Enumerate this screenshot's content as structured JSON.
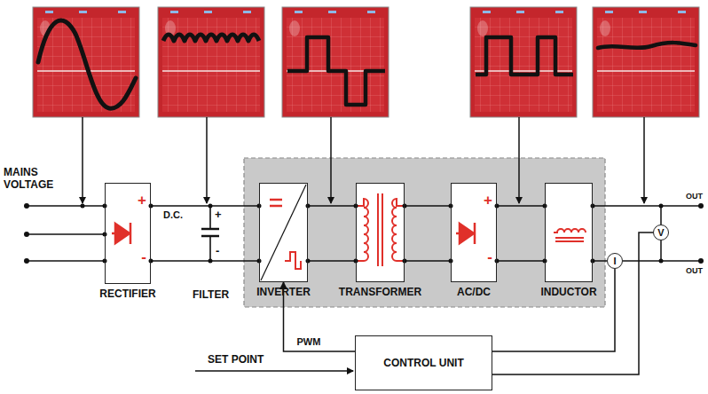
{
  "diagram": {
    "nodes": [
      {
        "text": [
          "RECTIFIER",
          "+",
          "-"
        ]
      },
      {
        "text": [
          "INVERTER"
        ]
      },
      {
        "text": [
          "TRANSFORMER"
        ]
      },
      {
        "text": [
          "AC/DC",
          "+",
          "-"
        ]
      },
      {
        "text": [
          "INDUCTOR"
        ]
      },
      {
        "text": [
          "V"
        ]
      },
      {
        "text": [
          "I"
        ]
      },
      {
        "text": [
          "CONTROL UNIT"
        ]
      }
    ],
    "edges": [
      {
        "from": 0,
        "to": 1,
        "arrow": "none"
      },
      {
        "from": 1,
        "to": 2,
        "arrow": "none"
      },
      {
        "from": 2,
        "to": 3,
        "arrow": "none"
      },
      {
        "from": 3,
        "to": 4,
        "arrow": "none"
      },
      {
        "from": 4,
        "to": 6,
        "arrow": "none"
      },
      {
        "from": 4,
        "to": 5,
        "arrow": "none"
      },
      {
        "from": 7,
        "to": 1,
        "label": "PWM",
        "arrow": "to"
      },
      {
        "from": 6,
        "to": 7,
        "arrow": "none"
      },
      {
        "from": 5,
        "to": 7,
        "arrow": "none"
      }
    ],
    "labels": [
      "MAINS VOLTAGE",
      "D.C.",
      "+",
      "-",
      "FILTER",
      "SET POINT",
      "OUT",
      "OUT"
    ]
  }
}
